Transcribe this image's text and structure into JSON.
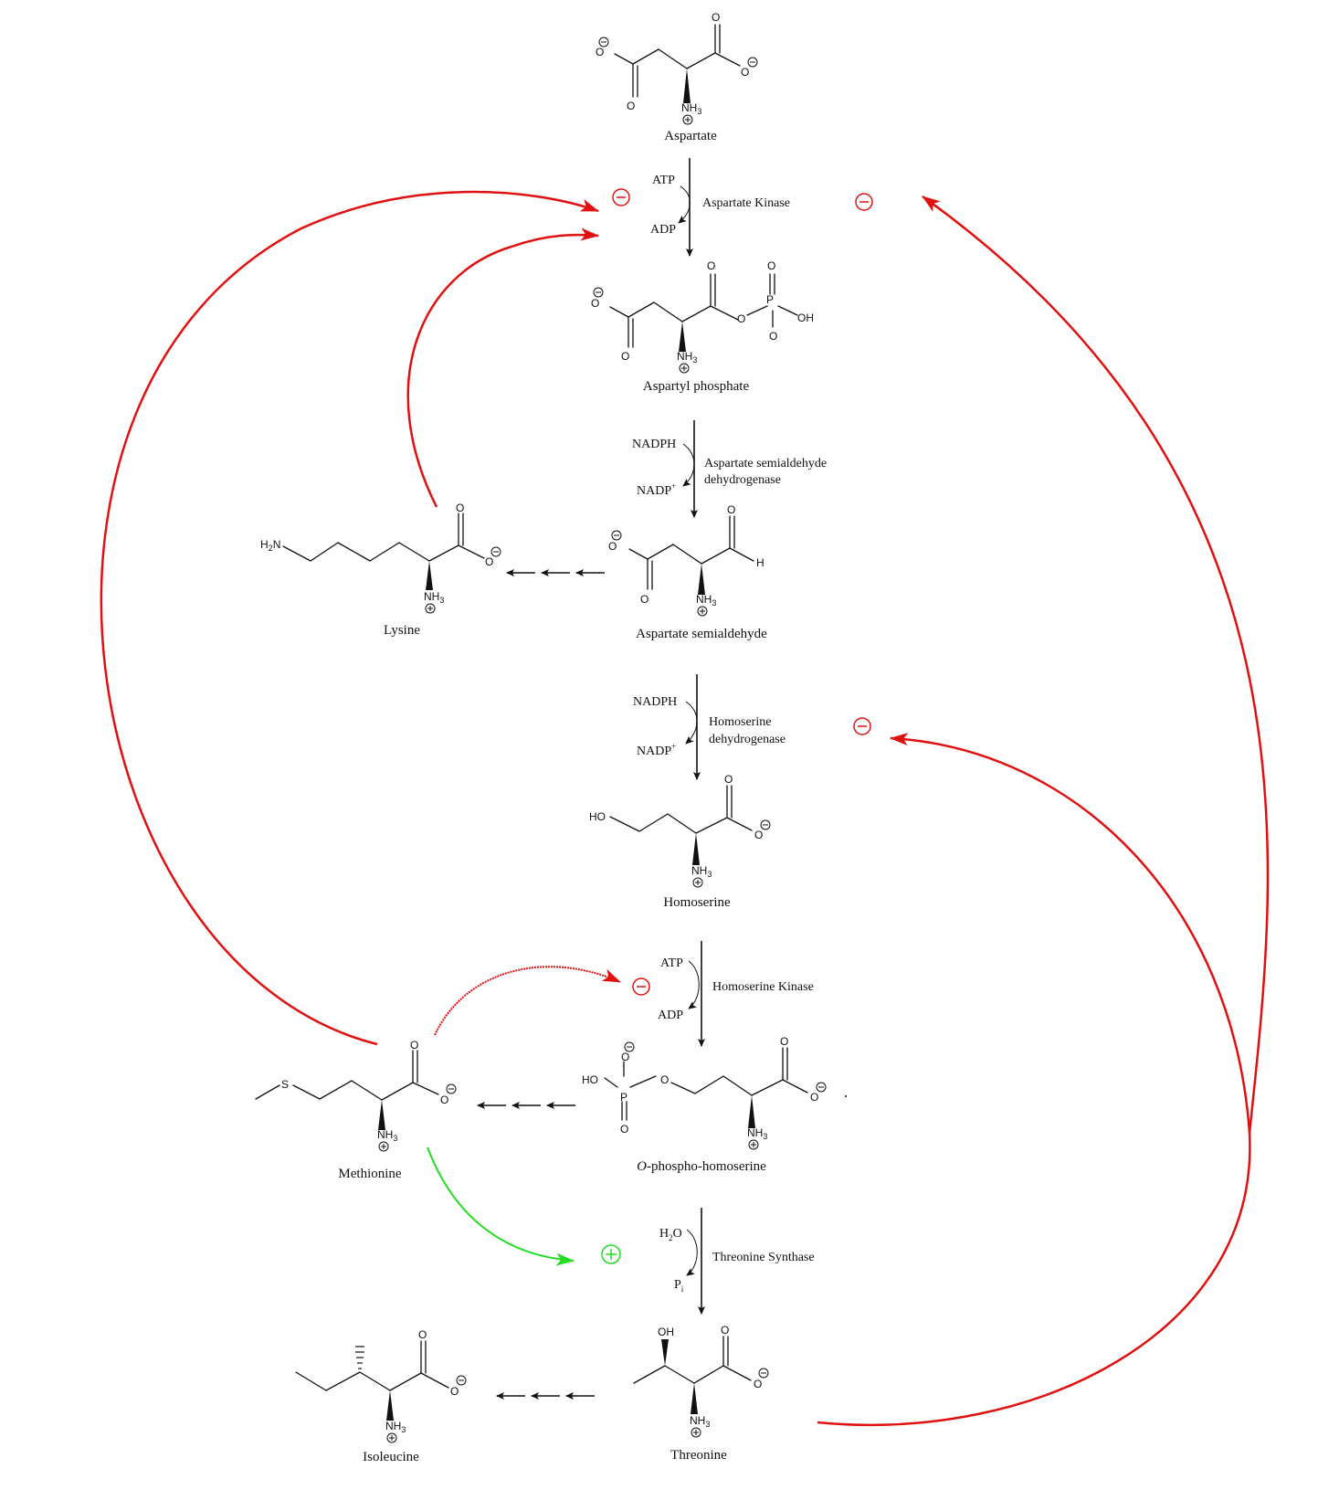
{
  "compounds": {
    "aspartate": "Aspartate",
    "aspartyl_phosphate": "Aspartyl phosphate",
    "aspartate_semialdehyde": "Aspartate semialdehyde",
    "homoserine": "Homoserine",
    "o_phospho_homoserine_prefix": "O",
    "o_phospho_homoserine_rest": "-phospho-homoserine",
    "threonine": "Threonine",
    "lysine": "Lysine",
    "methionine": "Methionine",
    "isoleucine": "Isoleucine"
  },
  "enzymes": {
    "aspartate_kinase": "Aspartate Kinase",
    "asd_line1": "Aspartate semialdehyde",
    "asd_line2": "dehydrogenase",
    "hsd_line1": "Homoserine",
    "hsd_line2": "dehydrogenase",
    "homoserine_kinase": "Homoserine Kinase",
    "threonine_synthase": "Threonine Synthase"
  },
  "cofactors": {
    "atp": "ATP",
    "adp": "ADP",
    "nadph": "NADPH",
    "nadp": "NADP",
    "nadp_sup": "+",
    "h2o_h": "H",
    "h2o_sub": "2",
    "h2o_o": "O",
    "pi_p": "P",
    "pi_sub": "i"
  },
  "atoms": {
    "o": "O",
    "oh": "OH",
    "ho": "HO",
    "h": "H",
    "p": "P",
    "s": "S",
    "nh": "NH",
    "n": "N",
    "h2": "H",
    "sub3": "3",
    "sub2": "2"
  },
  "colors": {
    "inhibition": "#e01010",
    "activation": "#22dd22",
    "arrow": "#111111"
  },
  "regulation": {
    "inhibit_symbol": "−",
    "activate_symbol": "+"
  }
}
